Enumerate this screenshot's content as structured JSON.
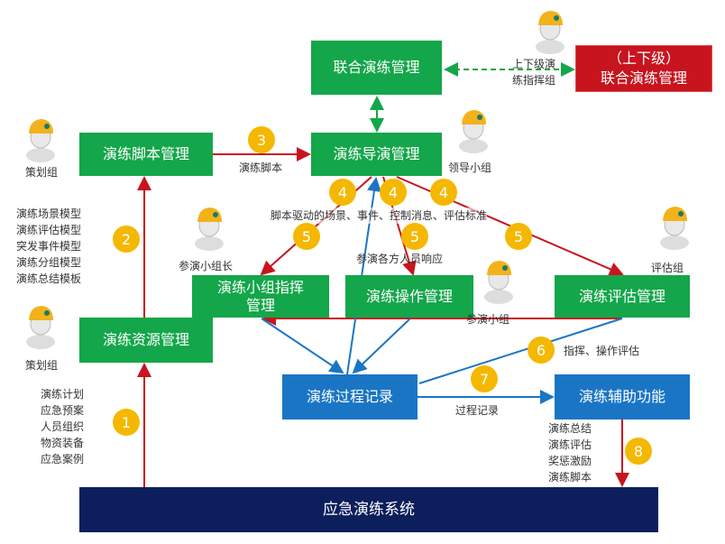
{
  "boxes": {
    "joint": "联合演练管理",
    "upper_joint_line1": "（上下级）",
    "upper_joint_line2": "联合演练管理",
    "script": "演练脚本管理",
    "director": "演练导演管理",
    "team_command_line1": "演练小组指挥",
    "team_command_line2": "管理",
    "operation": "演练操作管理",
    "evaluation": "演练评估管理",
    "resource": "演练资源管理",
    "process_record": "演练过程记录",
    "auxiliary": "演练辅助功能",
    "system": "应急演练系统"
  },
  "roles": {
    "upper_command_line1": "上下级演",
    "upper_command_line2": "练指挥组",
    "planning_top": "策划组",
    "leadership": "领导小组",
    "team_leader": "参演小组长",
    "participant_team": "参演小组",
    "evaluation_team": "评估组",
    "planning_bottom": "策划组"
  },
  "labels": {
    "script_flow": "演练脚本",
    "driven": "脚本驱动的场景、事件、控制消息、评估标准",
    "response": "参演各方人员响应",
    "command_eval": "指挥、操作评估",
    "record_flow": "过程记录"
  },
  "lists": {
    "models": [
      "演练场景模型",
      "演练评估模型",
      "突发事件模型",
      "演练分组模型",
      "演练总结模板"
    ],
    "resources": [
      "演练计划",
      "应急预案",
      "人员组织",
      "物资装备",
      "应急案例"
    ],
    "auxiliary": [
      "演练总结",
      "演练评估",
      "奖惩激励",
      "演练脚本"
    ]
  },
  "steps": {
    "s1": "1",
    "s2": "2",
    "s3": "3",
    "s4a": "4",
    "s4b": "4",
    "s4c": "4",
    "s5a": "5",
    "s5b": "5",
    "s5c": "5",
    "s6": "6",
    "s7": "7",
    "s8": "8"
  },
  "colors": {
    "green": "#14a64a",
    "blue": "#1a76c4",
    "red": "#c8141e",
    "navy": "#0c1f5c",
    "step": "#f5b800"
  }
}
